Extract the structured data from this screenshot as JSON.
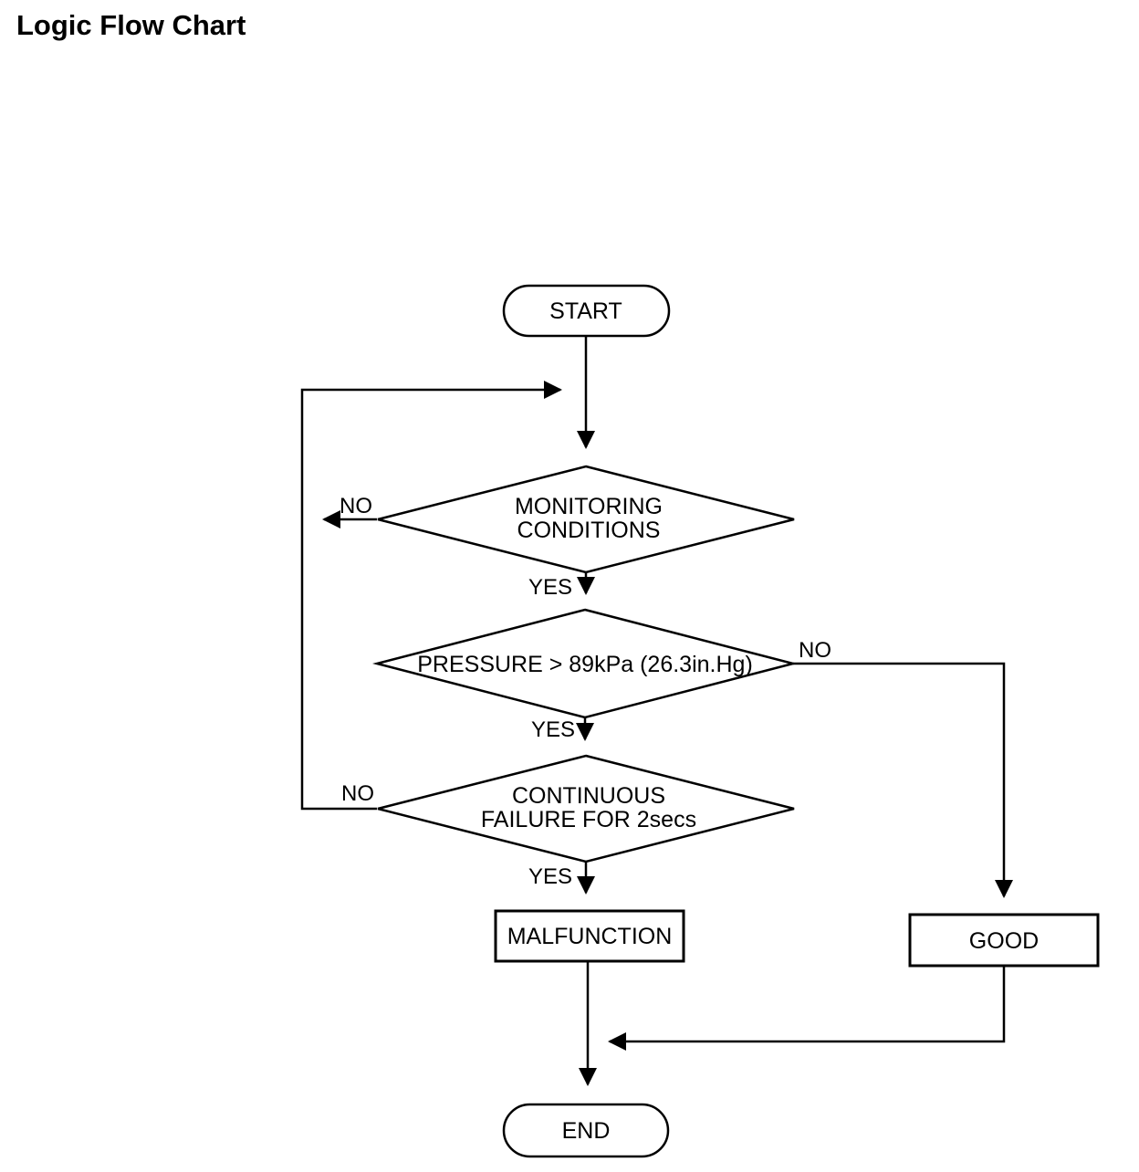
{
  "page": {
    "title": "Logic Flow Chart"
  },
  "flowchart": {
    "colors": {
      "stroke": "#000000",
      "fill": "#ffffff"
    },
    "nodes": {
      "start": {
        "type": "terminator",
        "label": "START"
      },
      "monitoring": {
        "type": "decision",
        "label_line1": "MONITORING",
        "label_line2": "CONDITIONS"
      },
      "pressure": {
        "type": "decision",
        "label": "PRESSURE > 89kPa (26.3in.Hg)"
      },
      "continuous": {
        "type": "decision",
        "label_line1": "CONTINUOUS",
        "label_line2": "FAILURE FOR 2secs"
      },
      "malfunction": {
        "type": "process",
        "label": "MALFUNCTION"
      },
      "good": {
        "type": "process",
        "label": "GOOD"
      },
      "end": {
        "type": "terminator",
        "label": "END"
      }
    },
    "edge_labels": {
      "monitoring_no": "NO",
      "monitoring_yes": "YES",
      "pressure_no": "NO",
      "pressure_yes": "YES",
      "continuous_no": "NO",
      "continuous_yes": "YES"
    }
  }
}
